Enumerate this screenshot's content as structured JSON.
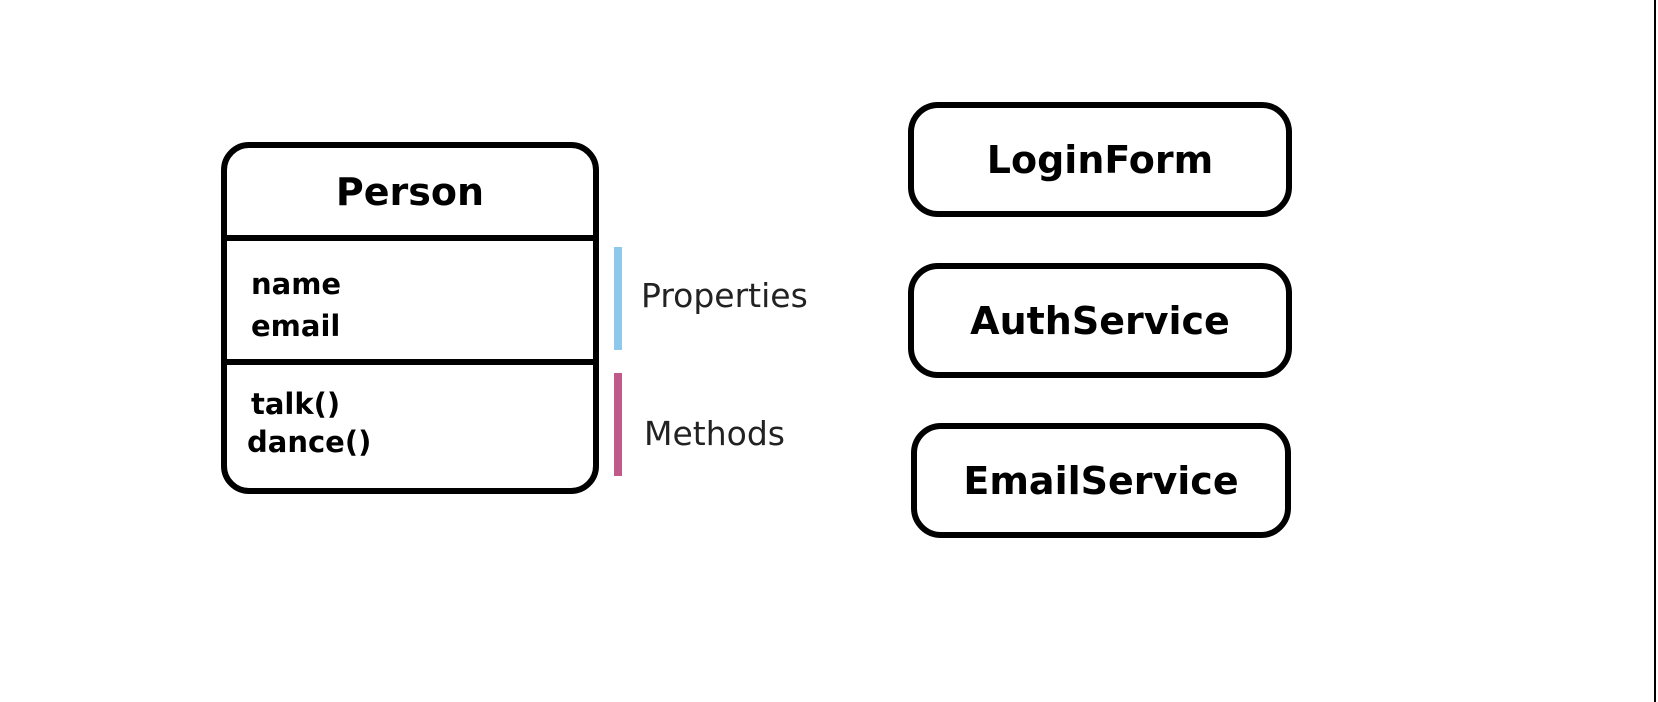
{
  "class_diagram": {
    "title": "Person",
    "properties": [
      "name",
      "email"
    ],
    "methods": [
      "talk()",
      "dance()"
    ]
  },
  "annotations": {
    "properties_label": "Properties",
    "methods_label": "Methods",
    "properties_color": "#8ec8ea",
    "methods_color": "#c05a8a"
  },
  "components": {
    "login_form": "LoginForm",
    "auth_service": "AuthService",
    "email_service": "EmailService"
  }
}
